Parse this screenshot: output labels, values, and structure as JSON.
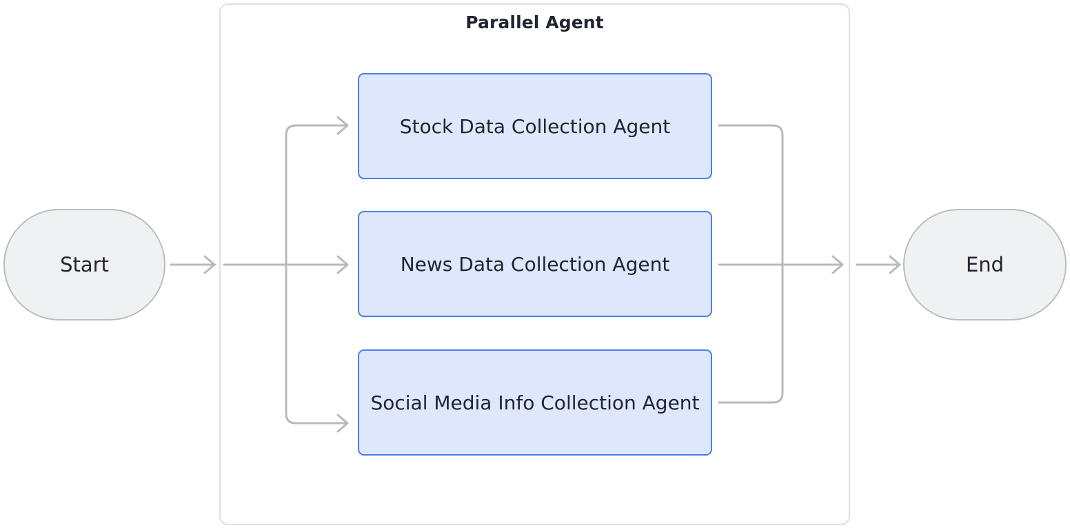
{
  "diagram": {
    "type": "flowchart",
    "orientation": "left-to-right",
    "background_color": "#ffffff"
  },
  "start_node": {
    "label": "Start",
    "shape": "stadium",
    "fill_color": "#f0f1f3",
    "border_color": "#b9bdc3"
  },
  "end_node": {
    "label": "End",
    "shape": "stadium",
    "fill_color": "#f0f1f3",
    "border_color": "#b9bdc3"
  },
  "container": {
    "title": "Parallel Agent",
    "border_color": "#dcdee3",
    "fill_color": "#ffffff"
  },
  "agents": [
    {
      "label": "Stock Data Collection Agent",
      "fill_color": "#dee7fb",
      "border_color": "#4a7ef0"
    },
    {
      "label": "News Data Collection Agent",
      "fill_color": "#dee7fb",
      "border_color": "#4a7ef0"
    },
    {
      "label": "Social Media Info Collection Agent",
      "fill_color": "#dee7fb",
      "border_color": "#4a7ef0"
    }
  ],
  "edges": {
    "color": "#b6babf",
    "stroke_width": 3,
    "arrowhead": "open-chevron",
    "connections": [
      {
        "from": "Start",
        "to": "Parallel Agent"
      },
      {
        "from": "fan-out",
        "to": "Stock Data Collection Agent"
      },
      {
        "from": "fan-out",
        "to": "News Data Collection Agent"
      },
      {
        "from": "fan-out",
        "to": "Social Media Info Collection Agent"
      },
      {
        "from": "Stock Data Collection Agent",
        "to": "fan-in"
      },
      {
        "from": "News Data Collection Agent",
        "to": "fan-in"
      },
      {
        "from": "Social Media Info Collection Agent",
        "to": "fan-in"
      },
      {
        "from": "Parallel Agent",
        "to": "End"
      }
    ]
  }
}
